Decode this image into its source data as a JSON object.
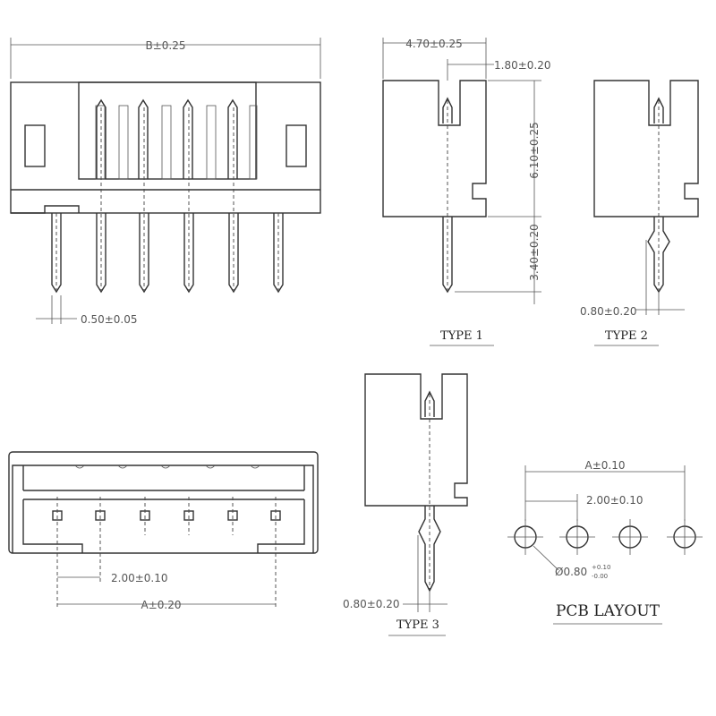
{
  "front_view": {
    "width_dim": "B±0.25",
    "pin_dim": "0.50±0.05"
  },
  "type1": {
    "width_dim": "4.70±0.25",
    "slot_dim": "1.80±0.20",
    "height_dim": "6.10±0.25",
    "pin_len_dim": "3.40±0.20",
    "label": "TYPE 1"
  },
  "type2": {
    "offset_dim": "0.80±0.20",
    "label": "TYPE 2"
  },
  "type3": {
    "offset_dim": "0.80±0.20",
    "label": "TYPE 3"
  },
  "top_view": {
    "pitch_dim": "2.00±0.10",
    "span_dim": "A±0.20"
  },
  "pcb_layout": {
    "span_dim": "A±0.10",
    "pitch_dim": "2.00±0.10",
    "hole_dim": "Ø0.80",
    "hole_tol_plus": "+0.10",
    "hole_tol_minus": "-0.00",
    "label": "PCB LAYOUT"
  }
}
